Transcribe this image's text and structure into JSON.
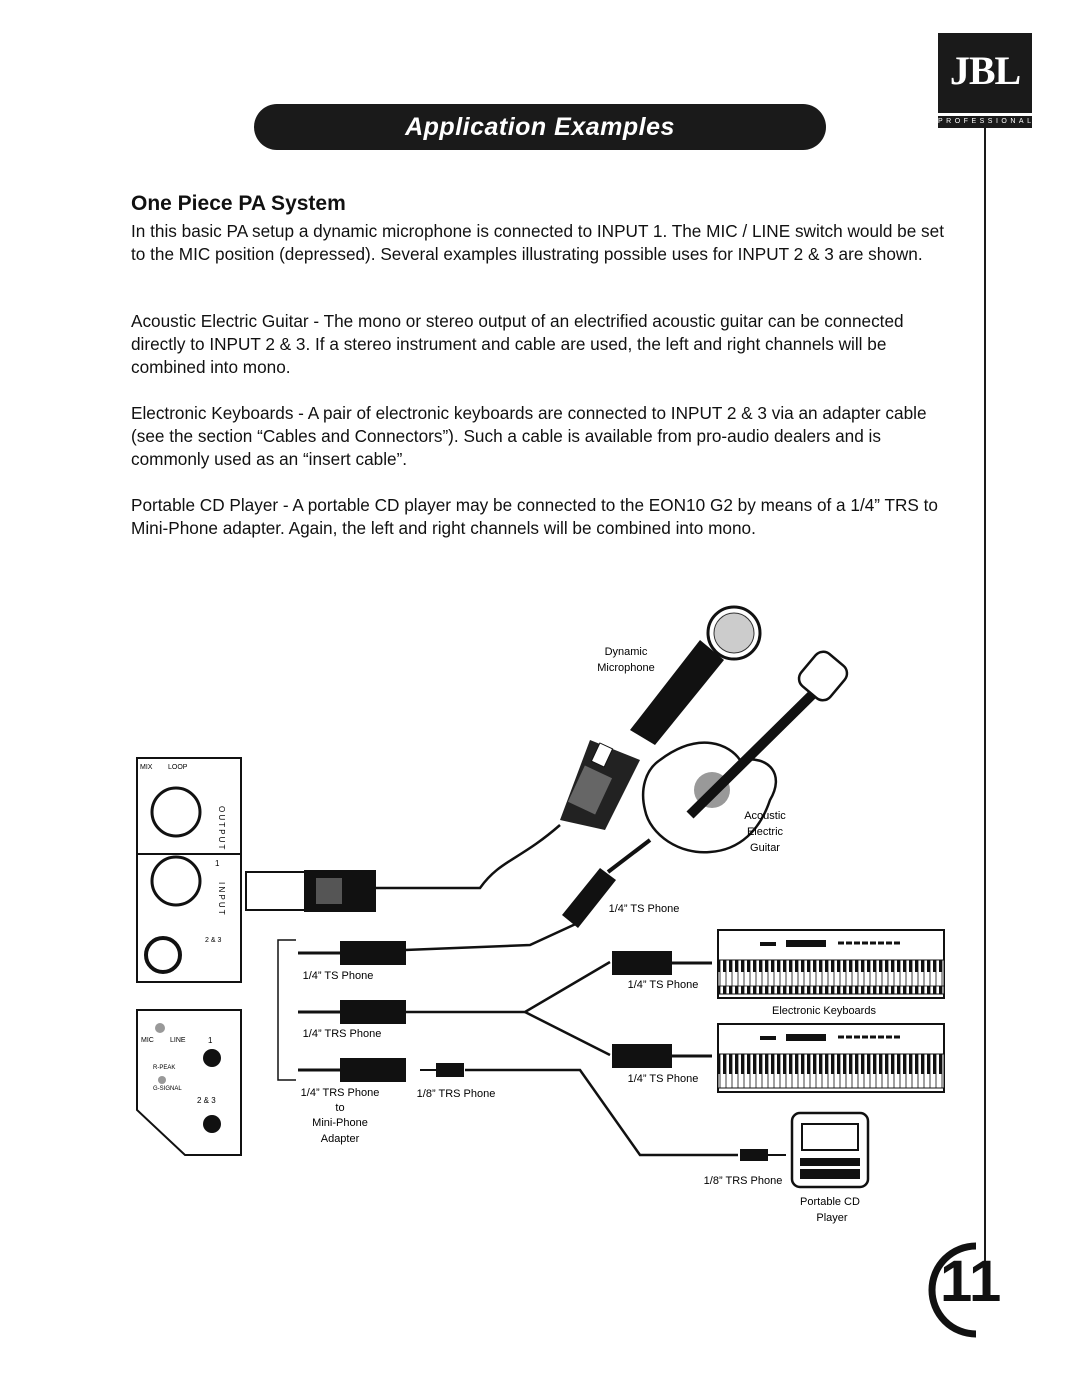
{
  "header": {
    "title": "Application Examples",
    "logo": "JBL",
    "logo_sub": "PROFESSIONAL"
  },
  "section": {
    "title": "One Piece PA System",
    "paragraphs": [
      "In this basic PA setup a dynamic microphone is connected to INPUT 1. The MIC / LINE switch would be set to the MIC position (depressed). Several examples illustrating possible uses for INPUT 2 & 3 are shown.",
      "Acoustic Electric Guitar - The mono or stereo output of an electrified acoustic guitar can be connected directly to INPUT 2 & 3. If a stereo instrument and cable are used, the left and right channels will be combined into mono.",
      "Electronic Keyboards - A pair of electronic keyboards are connected to INPUT 2 & 3 via an adapter cable (see the section “Cables and Connectors”). Such a cable is available from pro-audio dealers and is commonly used as an “insert cable”.",
      "Portable CD Player - A portable CD player may be connected to the EON10 G2 by means of a 1/4” TRS to Mini-Phone adapter. Again, the left and right channels will be combined into mono."
    ]
  },
  "diagram": {
    "mic_label_1": "Dynamic",
    "mic_label_2": "Microphone",
    "guitar_label_1": "Acoustic",
    "guitar_label_2": "Electric",
    "guitar_label_3": "Guitar",
    "guitar_plug": "1/4” TS Phone",
    "ts_phone_1": "1/4” TS Phone",
    "trs_phone": "1/4” TRS Phone",
    "adapter_1": "1/4” TRS Phone",
    "adapter_2": "to",
    "adapter_3": "Mini-Phone",
    "adapter_4": "Adapter",
    "mini_trs": "1/8” TRS Phone",
    "kb_plug_1": "1/4” TS Phone",
    "kb_label": "Electronic Keyboards",
    "kb_plug_2": "1/4” TS Phone",
    "cd_plug": "1/8” TRS Phone",
    "cd_label_1": "Portable CD",
    "cd_label_2": "Player",
    "panel_mix": "MIX",
    "panel_loop": "LOOP",
    "panel_output": "O U T P U T",
    "panel_1": "1",
    "panel_input": "I N P U T",
    "panel_23": "2 & 3",
    "panel_mic": "MIC",
    "panel_line": "LINE",
    "panel_knob1": "1",
    "panel_rpeak": "R-PEAK",
    "panel_gsignal": "G-SIGNAL",
    "panel_knob23": "2 & 3"
  },
  "footer": {
    "page_number": "11"
  }
}
